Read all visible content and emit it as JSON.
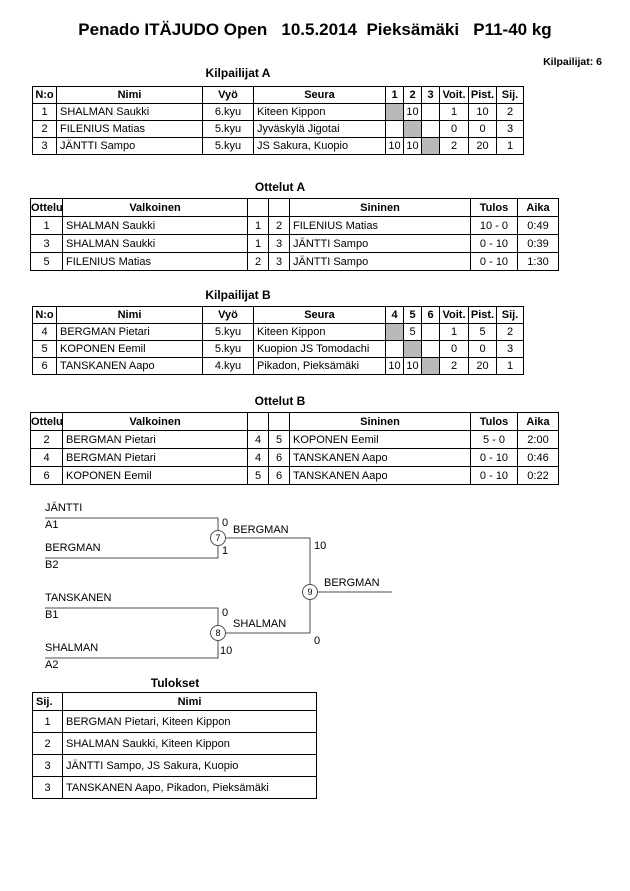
{
  "page": {
    "title": "Penado ITÄJUDO Open   10.5.2014  Pieksämäki   P11-40 kg",
    "competitors_label": "Kilpailijat: 6"
  },
  "kilpailijat_a": {
    "heading": "Kilpailijat A",
    "headers": {
      "no": "N:o",
      "name": "Nimi",
      "belt": "Vyö",
      "club": "Seura",
      "m1": "1",
      "m2": "2",
      "m3": "3",
      "wins": "Voit.",
      "points": "Pist.",
      "place": "Sij."
    },
    "rows": [
      {
        "no": "1",
        "name": "SHALMAN Saukki",
        "belt": "6.kyu",
        "club": "Kiteen Kippon",
        "m1": "",
        "m2": "10",
        "m3": "",
        "wins": "1",
        "points": "10",
        "place": "2"
      },
      {
        "no": "2",
        "name": "FILENIUS Matias",
        "belt": "5.kyu",
        "club": "Jyväskylä Jigotai",
        "m1": "",
        "m2": "",
        "m3": "",
        "wins": "0",
        "points": "0",
        "place": "3"
      },
      {
        "no": "3",
        "name": "JÄNTTI Sampo",
        "belt": "5.kyu",
        "club": "JS Sakura, Kuopio",
        "m1": "10",
        "m2": "10",
        "m3": "",
        "wins": "2",
        "points": "20",
        "place": "1"
      }
    ]
  },
  "ottelut_a": {
    "heading": "Ottelut A",
    "headers": {
      "match": "Ottelu",
      "white": "Valkoinen",
      "blue": "Sininen",
      "result": "Tulos",
      "time": "Aika"
    },
    "rows": [
      {
        "match": "1",
        "white": "SHALMAN Saukki",
        "wno": "1",
        "bno": "2",
        "blue": "FILENIUS Matias",
        "result": "10 - 0",
        "time": "0:49"
      },
      {
        "match": "3",
        "white": "SHALMAN Saukki",
        "wno": "1",
        "bno": "3",
        "blue": "JÄNTTI Sampo",
        "result": "0 - 10",
        "time": "0:39"
      },
      {
        "match": "5",
        "white": "FILENIUS Matias",
        "wno": "2",
        "bno": "3",
        "blue": "JÄNTTI Sampo",
        "result": "0 - 10",
        "time": "1:30"
      }
    ]
  },
  "kilpailijat_b": {
    "heading": "Kilpailijat B",
    "headers": {
      "no": "N:o",
      "name": "Nimi",
      "belt": "Vyö",
      "club": "Seura",
      "m4": "4",
      "m5": "5",
      "m6": "6",
      "wins": "Voit.",
      "points": "Pist.",
      "place": "Sij."
    },
    "rows": [
      {
        "no": "4",
        "name": "BERGMAN Pietari",
        "belt": "5.kyu",
        "club": "Kiteen Kippon",
        "m4": "",
        "m5": "5",
        "m6": "",
        "wins": "1",
        "points": "5",
        "place": "2"
      },
      {
        "no": "5",
        "name": "KOPONEN Eemil",
        "belt": "5.kyu",
        "club": "Kuopion JS Tomodachi",
        "m4": "",
        "m5": "",
        "m6": "",
        "wins": "0",
        "points": "0",
        "place": "3"
      },
      {
        "no": "6",
        "name": "TANSKANEN Aapo",
        "belt": "4.kyu",
        "club": "Pikadon, Pieksämäki",
        "m4": "10",
        "m5": "10",
        "m6": "",
        "wins": "2",
        "points": "20",
        "place": "1"
      }
    ]
  },
  "ottelut_b": {
    "heading": "Ottelut B",
    "headers": {
      "match": "Ottelu",
      "white": "Valkoinen",
      "blue": "Sininen",
      "result": "Tulos",
      "time": "Aika"
    },
    "rows": [
      {
        "match": "2",
        "white": "BERGMAN Pietari",
        "wno": "4",
        "bno": "5",
        "blue": "KOPONEN Eemil",
        "result": "5 - 0",
        "time": "2:00"
      },
      {
        "match": "4",
        "white": "BERGMAN Pietari",
        "wno": "4",
        "bno": "6",
        "blue": "TANSKANEN Aapo",
        "result": "0 - 10",
        "time": "0:46"
      },
      {
        "match": "6",
        "white": "KOPONEN Eemil",
        "wno": "5",
        "bno": "6",
        "blue": "TANSKANEN Aapo",
        "result": "0 - 10",
        "time": "0:22"
      }
    ]
  },
  "bracket": {
    "semi1": {
      "top_name": "JÄNTTI",
      "top_seed": "A1",
      "top_score": "0",
      "bottom_name": "BERGMAN",
      "bottom_seed": "B2",
      "bottom_score": "1",
      "match_no": "7",
      "winner": "BERGMAN",
      "winner_score": "10"
    },
    "semi2": {
      "top_name": "TANSKANEN",
      "top_seed": "B1",
      "top_score": "0",
      "bottom_name": "SHALMAN",
      "bottom_seed": "A2",
      "bottom_score": "10",
      "match_no": "8",
      "winner": "SHALMAN",
      "winner_score": "0"
    },
    "final": {
      "match_no": "9",
      "winner": "BERGMAN"
    }
  },
  "tulokset": {
    "heading": "Tulokset",
    "headers": {
      "place": "Sij.",
      "name": "Nimi"
    },
    "rows": [
      {
        "place": "1",
        "name": "BERGMAN Pietari, Kiteen Kippon"
      },
      {
        "place": "2",
        "name": "SHALMAN Saukki, Kiteen Kippon"
      },
      {
        "place": "3",
        "name": "JÄNTTI Sampo, JS Sakura, Kuopio"
      },
      {
        "place": "3",
        "name": "TANSKANEN Aapo, Pikadon, Pieksämäki"
      }
    ]
  }
}
